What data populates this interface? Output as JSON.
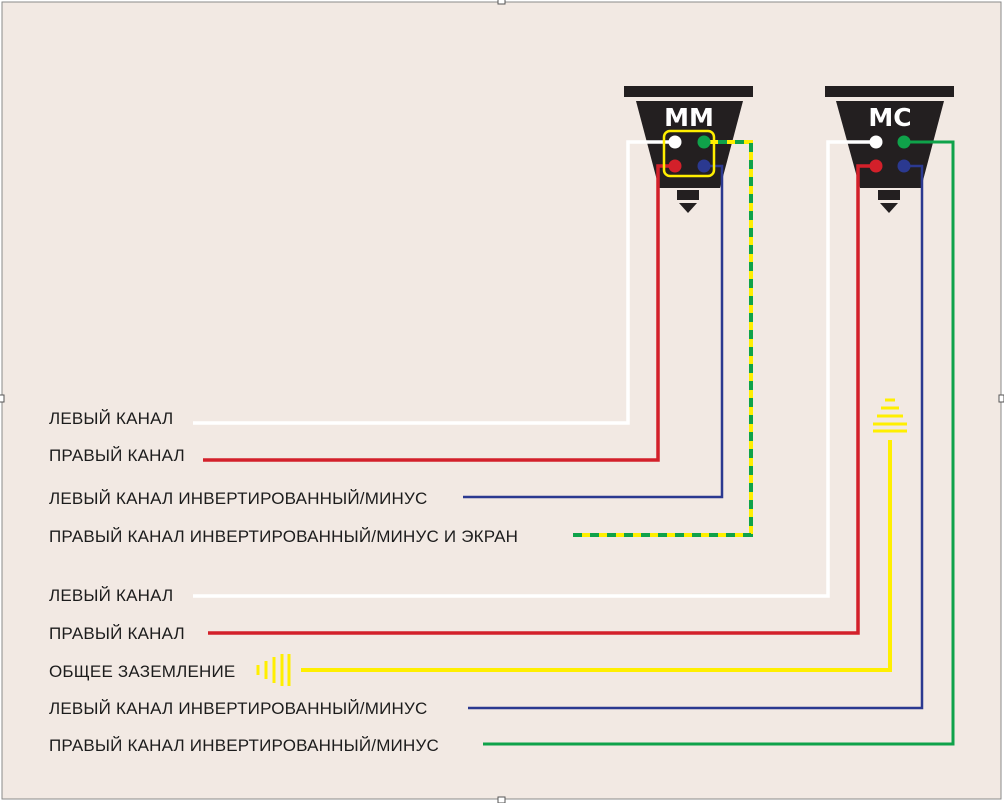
{
  "colors": {
    "background": "#f2e9e3",
    "white_wire": "#ffffff",
    "red_wire": "#d3202a",
    "blue_wire": "#2b3990",
    "green_wire": "#0fa24a",
    "yellow_wire": "#ffef00",
    "cartridge": "#231f20"
  },
  "cartridges": {
    "mm": {
      "title": "MM"
    },
    "mc": {
      "title": "MC"
    }
  },
  "mm_labels": {
    "left": "ЛЕВЫЙ КАНАЛ",
    "right": "ПРАВЫЙ КАНАЛ",
    "left_minus": "ЛЕВЫЙ КАНАЛ ИНВЕРТИРОВАННЫЙ/МИНУС",
    "right_minus_shield": "ПРАВЫЙ КАНАЛ ИНВЕРТИРОВАННЫЙ/МИНУС И ЭКРАН"
  },
  "mc_labels": {
    "left": "ЛЕВЫЙ КАНАЛ",
    "right": "ПРАВЫЙ КАНАЛ",
    "ground": "ОБЩЕЕ ЗАЗЕМЛЕНИЕ",
    "left_minus": "ЛЕВЫЙ КАНАЛ ИНВЕРТИРОВАННЫЙ/МИНУС",
    "right_minus": "ПРАВЫЙ КАНАЛ ИНВЕРТИРОВАННЫЙ/МИНУС"
  }
}
